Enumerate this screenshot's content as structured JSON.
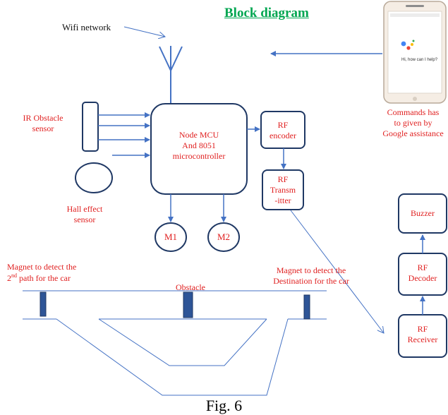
{
  "title": "Block diagram",
  "caption": "Fig. 6",
  "wifi_label": "Wifi network",
  "ir_sensor_label": [
    "IR Obstacle",
    "sensor"
  ],
  "hall_sensor_label": [
    "Hall effect",
    "sensor"
  ],
  "mcu_label": [
    "Node MCU",
    "And 8051",
    "microcontroller"
  ],
  "rf_encoder_label": [
    "RF",
    "encoder"
  ],
  "rf_transmitter_label": [
    "RF",
    "Transm",
    "-itter"
  ],
  "motor_1_label": "M1",
  "motor_2_label": "M2",
  "commands_label": [
    "Commands has",
    "to given by",
    "Google assistance"
  ],
  "phone_prompt": "Hi, how can I help?",
  "buzzer_label": "Buzzer",
  "rf_decoder_label": [
    "RF",
    "Decoder"
  ],
  "rf_receiver_label": [
    "RF",
    "Receiver"
  ],
  "magnet_path_label": {
    "line1": "Magnet to detect the",
    "line2_prefix": "2",
    "line2_sup": "nd",
    "line2_suffix": " path for the car"
  },
  "obstacle_label": "Obstacle",
  "magnet_destination_label": [
    "Magnet to detect the",
    "Destination for the car"
  ],
  "colors": {
    "box_stroke": "#1f3864",
    "arrow": "#4472c4",
    "label_red": "#e02020",
    "title_green": "#00a651",
    "marker_fill": "#2e5597"
  }
}
